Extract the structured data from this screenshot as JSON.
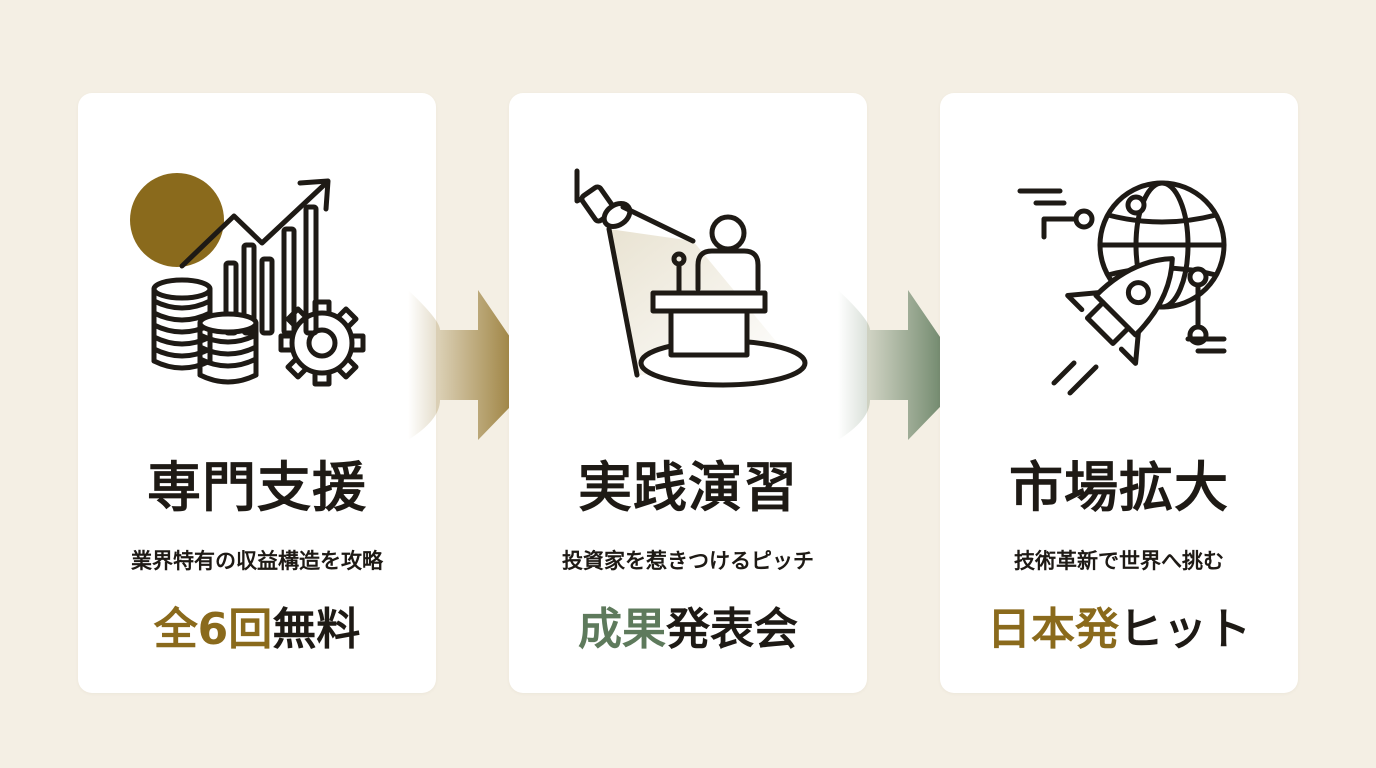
{
  "colors": {
    "background": "#f4efe4",
    "card": "#ffffff",
    "gold": "#8a6a1c",
    "green": "#5e7a5c",
    "ink": "#1e1a15"
  },
  "steps": [
    {
      "icon": "finance-growth-icon",
      "title": "専門支援",
      "subtitle": "業界特有の収益構造を攻略",
      "highlight_accent": "全6回",
      "highlight_rest": "無料"
    },
    {
      "icon": "spotlight-podium-icon",
      "title": "実践演習",
      "subtitle": "投資家を惹きつけるピッチ",
      "highlight_accent": "成果",
      "highlight_rest": "発表会"
    },
    {
      "icon": "rocket-globe-icon",
      "title": "市場拡大",
      "subtitle": "技術革新で世界へ挑む",
      "highlight_accent": "日本発",
      "highlight_rest": "ヒット"
    }
  ],
  "arrows": [
    "gold-arrow-icon",
    "green-arrow-icon"
  ]
}
